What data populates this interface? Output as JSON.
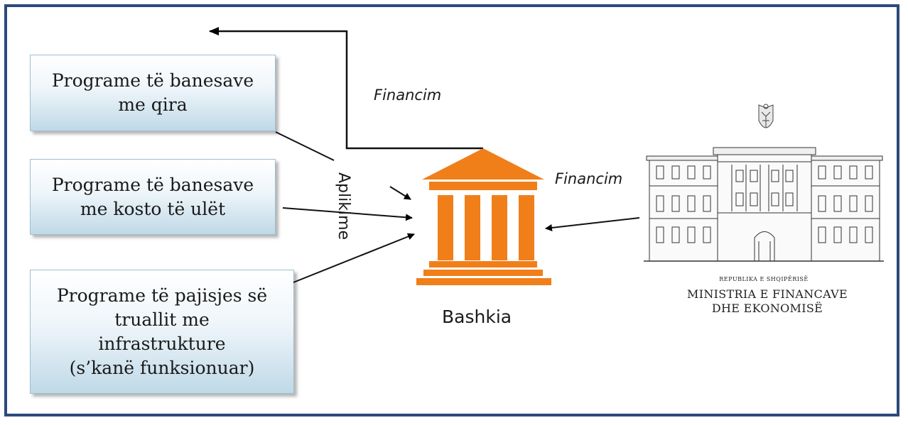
{
  "programs": [
    {
      "lines": [
        "Programe të banesave",
        "me qira"
      ]
    },
    {
      "lines": [
        "Programe të banesave",
        "me kosto të ulët"
      ]
    },
    {
      "lines": [
        "Programe të pajisjes së",
        "truallit me",
        "infrastrukture",
        "(s’kanë funksionuar)"
      ]
    }
  ],
  "labels": {
    "financim_top": "Financim",
    "financim_right": "Financim",
    "aplikime": "Aplikime",
    "bashkia": "Bashkia"
  },
  "ministry": {
    "republic": "REPUBLIKA E SHQIPËRISË",
    "name_line1": "MINISTRIA E FINANCAVE",
    "name_line2": "DHE EKONOMISË"
  },
  "colors": {
    "frame": "#2b4a7a",
    "temple": "#f07f1a",
    "box_gradient_bottom": "#bfd9e7"
  },
  "icons": [
    "bank-temple-icon",
    "ministry-building-icon",
    "coat-of-arms-icon"
  ]
}
